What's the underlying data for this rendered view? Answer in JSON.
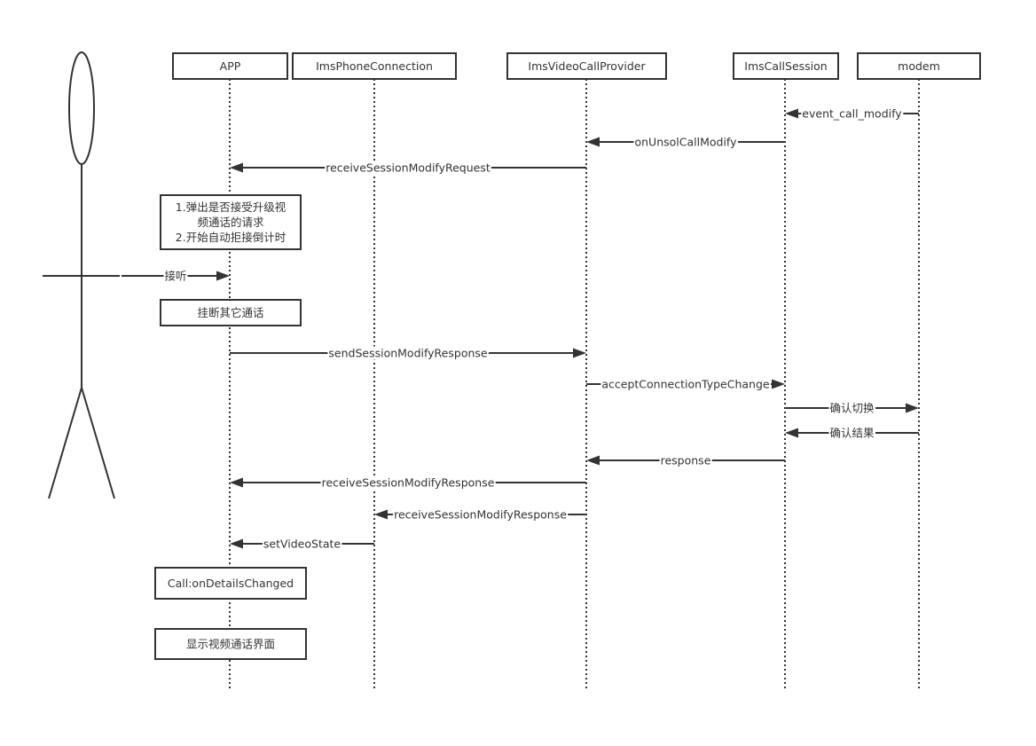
{
  "participants": [
    {
      "id": "app",
      "label": "APP"
    },
    {
      "id": "ipc",
      "label": "ImsPhoneConnection"
    },
    {
      "id": "ivcp",
      "label": "ImsVideoCallProvider"
    },
    {
      "id": "ics",
      "label": "ImsCallSession"
    },
    {
      "id": "modem",
      "label": "modem"
    }
  ],
  "messages": [
    {
      "from": "modem",
      "to": "ics",
      "label": "event_call_modify"
    },
    {
      "from": "ics",
      "to": "ivcp",
      "label": "onUnsolCallModify"
    },
    {
      "from": "ivcp",
      "to": "app",
      "label": "receiveSessionModifyRequest"
    },
    {
      "from": "actor",
      "to": "app",
      "label": "接听"
    },
    {
      "from": "app",
      "to": "ivcp",
      "label": "sendSessionModifyResponse"
    },
    {
      "from": "ivcp",
      "to": "ics",
      "label": "acceptConnectionTypeChange"
    },
    {
      "from": "ics",
      "to": "modem",
      "label": "确认切换"
    },
    {
      "from": "modem",
      "to": "ics",
      "label": "确认结果"
    },
    {
      "from": "ics",
      "to": "ivcp",
      "label": "response"
    },
    {
      "from": "ivcp",
      "to": "app",
      "label": "receiveSessionModifyResponse"
    },
    {
      "from": "ivcp",
      "to": "ipc",
      "label": "receiveSessionModifyResponse"
    },
    {
      "from": "ipc",
      "to": "app",
      "label": "setVideoState"
    }
  ],
  "notes": [
    {
      "lines": [
        "1.弹出是否接受升级视",
        "频通话的请求",
        "2.开始自动拒接倒计时"
      ]
    },
    {
      "lines": [
        "挂断其它通话"
      ]
    },
    {
      "lines": [
        "Call:onDetailsChanged"
      ]
    },
    {
      "lines": [
        "显示视频通话界面"
      ]
    }
  ],
  "colors": {
    "line": "#333333",
    "text": "#333333",
    "background": "#ffffff"
  }
}
